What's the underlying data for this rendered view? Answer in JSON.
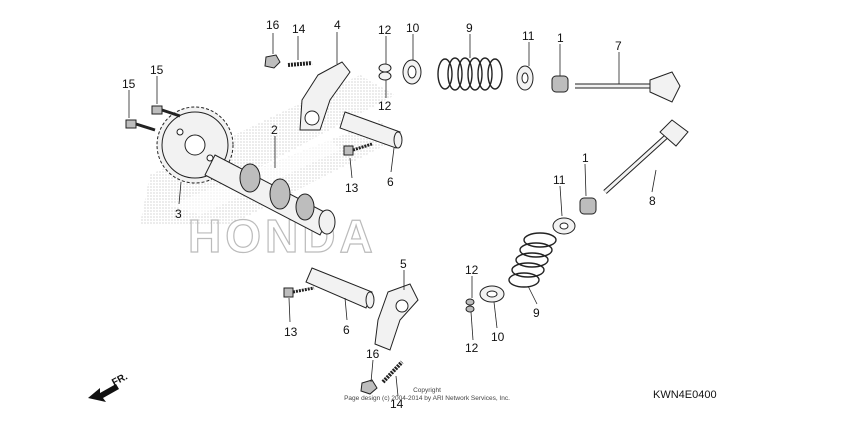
{
  "diagram": {
    "part_code": "KWN4E0400",
    "copyright_line1": "Copyright",
    "copyright_line2": "Page design (c) 2004-2014 by ARI Network Services, Inc.",
    "direction_label": "FR.",
    "watermark_text": "HONDA",
    "callouts": [
      {
        "id": "c16a",
        "label": "16"
      },
      {
        "id": "c14a",
        "label": "14"
      },
      {
        "id": "c4",
        "label": "4"
      },
      {
        "id": "c12a",
        "label": "12"
      },
      {
        "id": "c12b",
        "label": "12"
      },
      {
        "id": "c10a",
        "label": "10"
      },
      {
        "id": "c9a",
        "label": "9"
      },
      {
        "id": "c11a",
        "label": "11"
      },
      {
        "id": "c1a",
        "label": "1"
      },
      {
        "id": "c7",
        "label": "7"
      },
      {
        "id": "c15a",
        "label": "15"
      },
      {
        "id": "c15b",
        "label": "15"
      },
      {
        "id": "c2",
        "label": "2"
      },
      {
        "id": "c13a",
        "label": "13"
      },
      {
        "id": "c6a",
        "label": "6"
      },
      {
        "id": "c3",
        "label": "3"
      },
      {
        "id": "c1b",
        "label": "1"
      },
      {
        "id": "c11b",
        "label": "11"
      },
      {
        "id": "c8",
        "label": "8"
      },
      {
        "id": "c5",
        "label": "5"
      },
      {
        "id": "c12c",
        "label": "12"
      },
      {
        "id": "c9b",
        "label": "9"
      },
      {
        "id": "c10b",
        "label": "10"
      },
      {
        "id": "c12d",
        "label": "12"
      },
      {
        "id": "c13b",
        "label": "13"
      },
      {
        "id": "c6b",
        "label": "6"
      },
      {
        "id": "c16b",
        "label": "16"
      },
      {
        "id": "c14b",
        "label": "14"
      }
    ]
  }
}
